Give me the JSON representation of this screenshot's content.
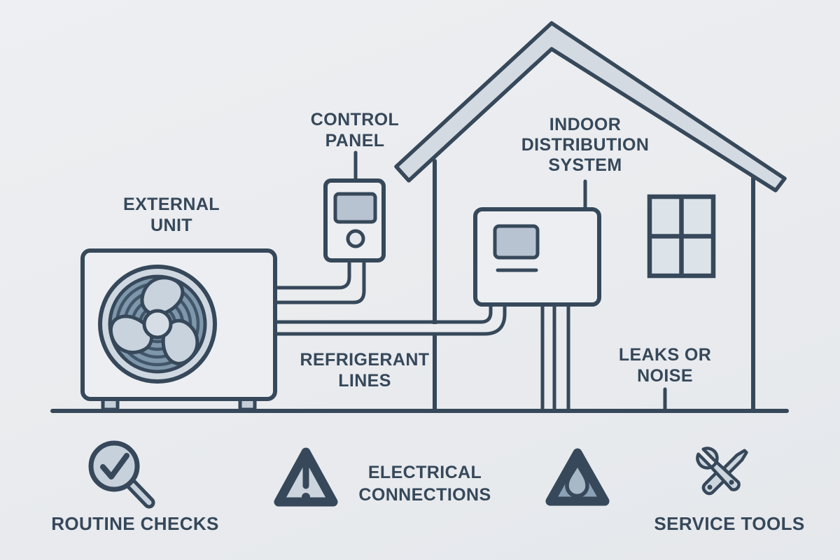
{
  "diagram": {
    "title_context": "HVAC heat pump maintenance diagram",
    "labels": {
      "external_unit": [
        "EXTERNAL",
        "UNIT"
      ],
      "control_panel": [
        "CONTROL",
        "PANEL"
      ],
      "indoor_distribution": [
        "INDOOR",
        "DISTRIBUTION",
        "SYSTEM"
      ],
      "refrigerant_lines": [
        "REFRIGERANT",
        "LINES"
      ],
      "leaks_or_noise": [
        "LEAKS OR",
        "NOISE"
      ]
    },
    "legend": {
      "routine_checks": "ROUTINE CHECKS",
      "electrical_connections": [
        "ELECTRICAL",
        "CONNECTIONS"
      ],
      "service_tools": "SERVICE TOOLS"
    },
    "icons": [
      {
        "name": "magnifier-check-icon",
        "meaning": "routine checks"
      },
      {
        "name": "warning-exclamation-icon",
        "meaning": "electrical connections warning"
      },
      {
        "name": "warning-droplet-icon",
        "meaning": "leaks warning"
      },
      {
        "name": "service-tools-icon",
        "meaning": "service tools (screwdriver and wrench)"
      }
    ],
    "colors": {
      "background": "#e9ebee",
      "outline": "#36485a",
      "text": "#36485a",
      "roof_fill": "#d3dae1",
      "fan_disc": "#7e97ab",
      "fan_ring_light": "#cfd8e0",
      "blade_fill": "#c9d3dd",
      "hub_fill": "#d6dde4",
      "screen_fill": "#b7c3d1",
      "window_pane": "#dce3e9",
      "triangle_light_fill": "#ccd5dd",
      "triangle_dark_fill": "#8ba1b5",
      "droplet_fill": "#a7b8c6",
      "tool_fill": "#ccd5dd",
      "foot_fill": "#c5cfd9"
    }
  }
}
